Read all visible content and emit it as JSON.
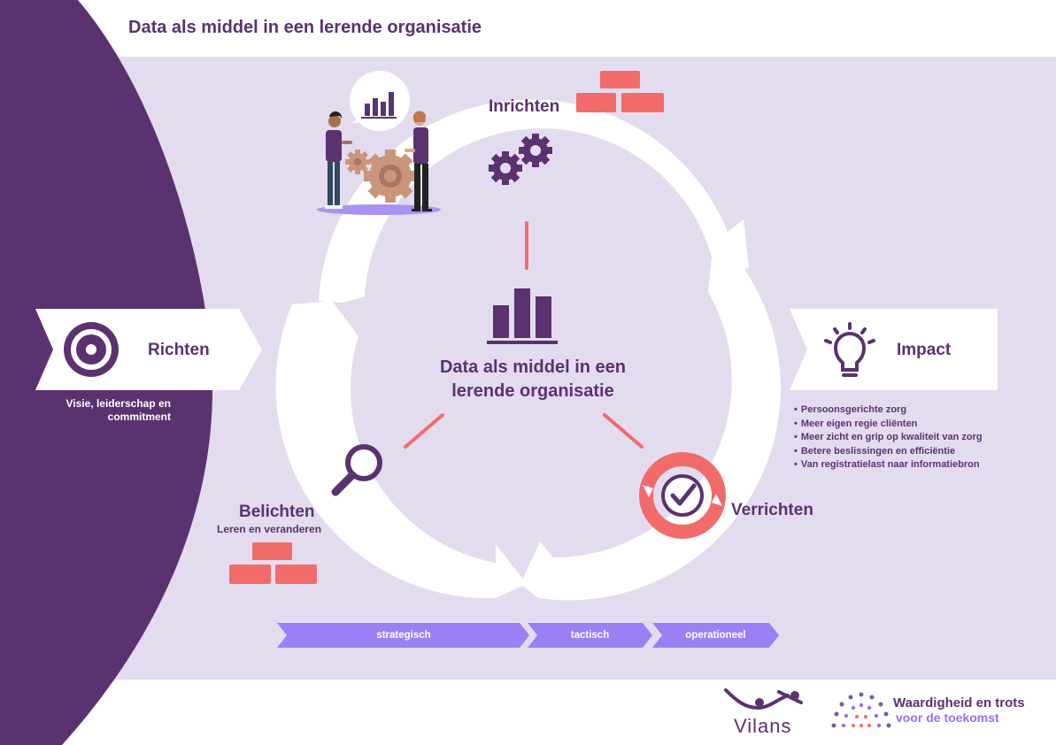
{
  "header": {
    "title": "Data als middel in een lerende organisatie"
  },
  "center": {
    "text": "Data als middel in een lerende organisatie"
  },
  "stages": {
    "richten": {
      "title": "Richten",
      "description": "Visie, leiderschap en commitment"
    },
    "inrichten": {
      "title": "Inrichten"
    },
    "verrichten": {
      "title": "Verrichten"
    },
    "belichten": {
      "title": "Belichten",
      "subtitle": "Leren en veranderen"
    },
    "impact": {
      "title": "Impact",
      "items": [
        "Persoonsgerichte zorg",
        "Meer eigen regie cliënten",
        "Meer zicht en grip op kwaliteit van zorg",
        "Betere beslissingen en efficiëntie",
        "Van registratielast naar informatiebron"
      ]
    }
  },
  "phases": [
    "strategisch",
    "tactisch",
    "operationeel"
  ],
  "logos": {
    "vilans": "Vilans",
    "waardigheid_line1": "Waardigheid en trots",
    "waardigheid_line2": "voor de toekomst"
  },
  "icons": {
    "richten": "target-icon",
    "inrichten": "gears-icon",
    "verrichten": "checkmark-icon",
    "belichten": "magnifier-icon",
    "impact": "lightbulb-icon",
    "center": "bar-chart-icon",
    "bricks": "bricks-icon"
  },
  "colors": {
    "purple": "#5b3270",
    "band": "#e3dcef",
    "coral": "#f26b6b",
    "phase_arrow": "#9b7ff5",
    "accent_violet": "#9a6ff0"
  }
}
